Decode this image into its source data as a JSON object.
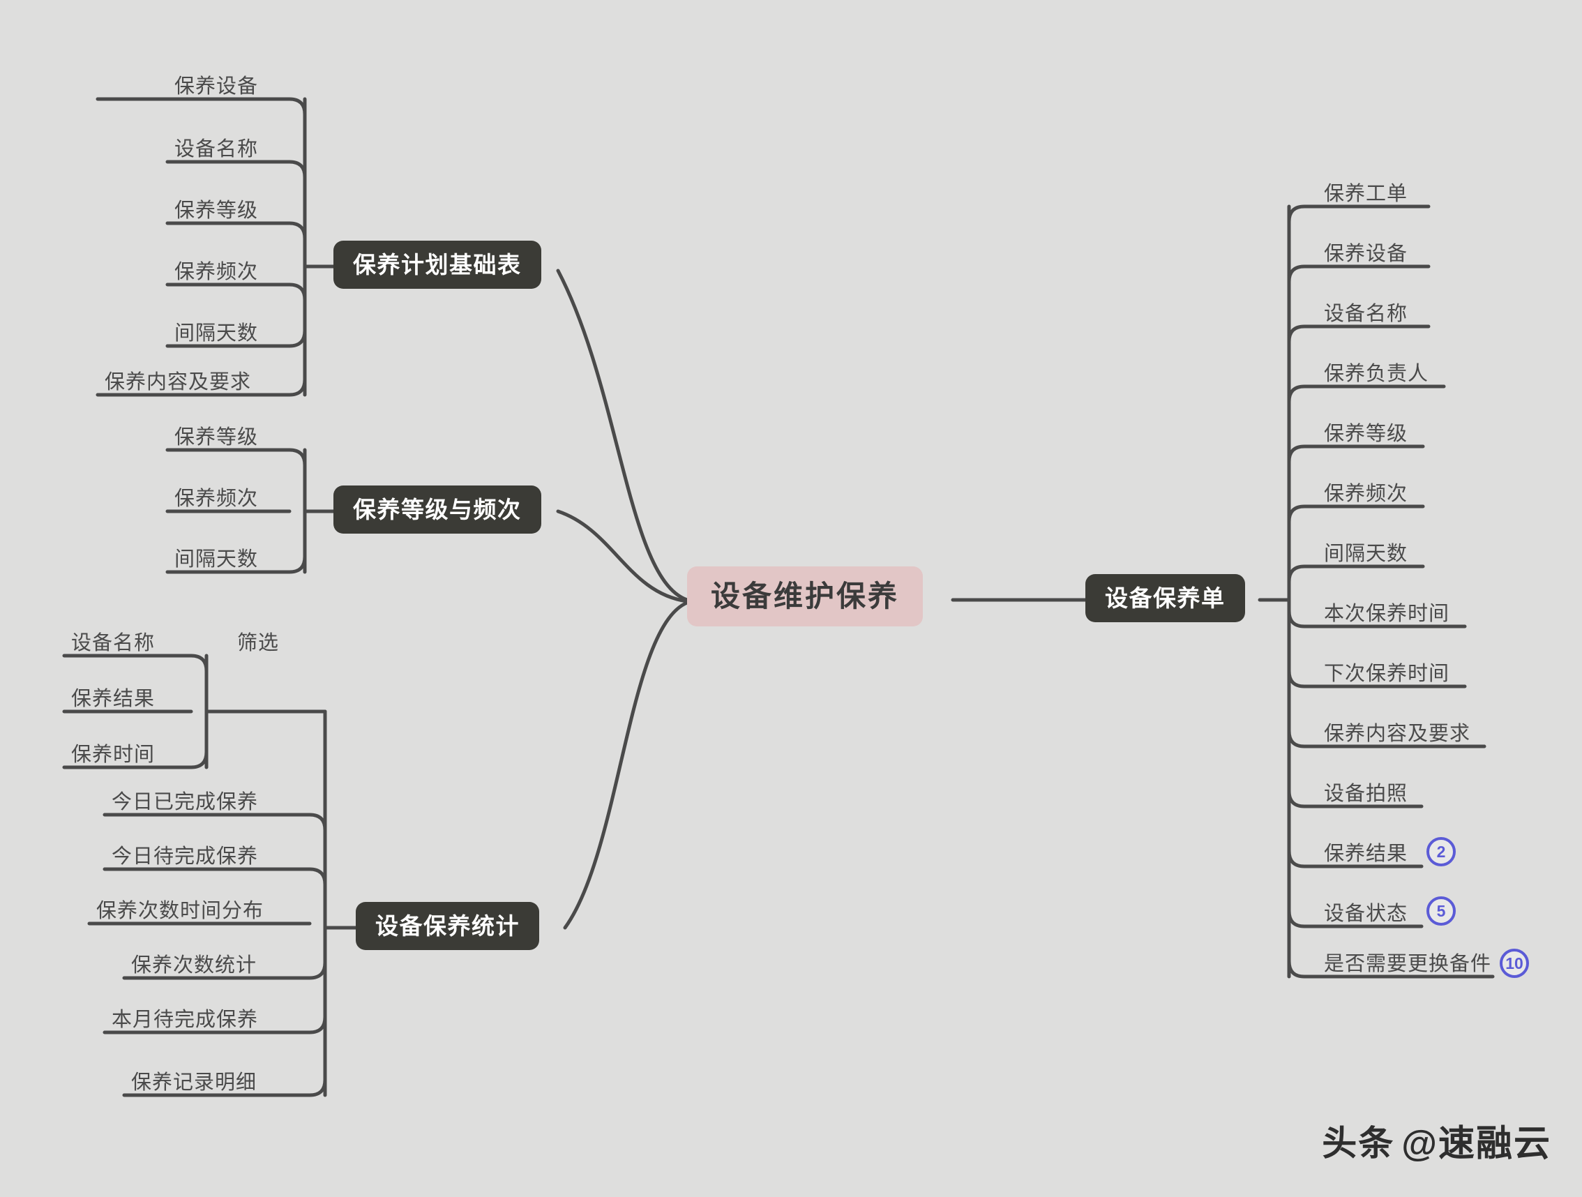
{
  "root": {
    "label": "设备维护保养",
    "color": "#e2c6c6"
  },
  "colors": {
    "background": "#dededd",
    "topic_bg": "#3b3b36",
    "line": "#4a4a4a",
    "badge": "#5b5bd6",
    "leaf_text": "#4a4a4a"
  },
  "branches": [
    {
      "id": "plan-base",
      "label": "保养计划基础表",
      "side": "left",
      "children": [
        {
          "label": "保养设备"
        },
        {
          "label": "设备名称"
        },
        {
          "label": "保养等级"
        },
        {
          "label": "保养频次"
        },
        {
          "label": "间隔天数"
        },
        {
          "label": "保养内容及要求"
        }
      ]
    },
    {
      "id": "level-freq",
      "label": "保养等级与频次",
      "side": "left",
      "children": [
        {
          "label": "保养等级"
        },
        {
          "label": "保养频次"
        },
        {
          "label": "间隔天数"
        }
      ]
    },
    {
      "id": "maintain-order",
      "label": "设备保养单",
      "side": "right",
      "children": [
        {
          "label": "保养工单"
        },
        {
          "label": "保养设备"
        },
        {
          "label": "设备名称"
        },
        {
          "label": "保养负责人"
        },
        {
          "label": "保养等级"
        },
        {
          "label": "保养频次"
        },
        {
          "label": "间隔天数"
        },
        {
          "label": "本次保养时间"
        },
        {
          "label": "下次保养时间"
        },
        {
          "label": "保养内容及要求"
        },
        {
          "label": "设备拍照"
        },
        {
          "label": "保养结果",
          "badge": "2"
        },
        {
          "label": "设备状态",
          "badge": "5"
        },
        {
          "label": "是否需要更换备件",
          "badge": "10"
        }
      ]
    },
    {
      "id": "stats",
      "label": "设备保养统计",
      "side": "left",
      "children": [
        {
          "label": "筛选",
          "children": [
            {
              "label": "设备名称"
            },
            {
              "label": "保养结果"
            },
            {
              "label": "保养时间"
            }
          ]
        },
        {
          "label": "今日已完成保养"
        },
        {
          "label": "今日待完成保养"
        },
        {
          "label": "保养次数时间分布"
        },
        {
          "label": "保养次数统计"
        },
        {
          "label": "本月待完成保养"
        },
        {
          "label": "保养记录明细"
        }
      ]
    }
  ],
  "watermark": {
    "platform": "头条",
    "handle": "@速融云"
  }
}
